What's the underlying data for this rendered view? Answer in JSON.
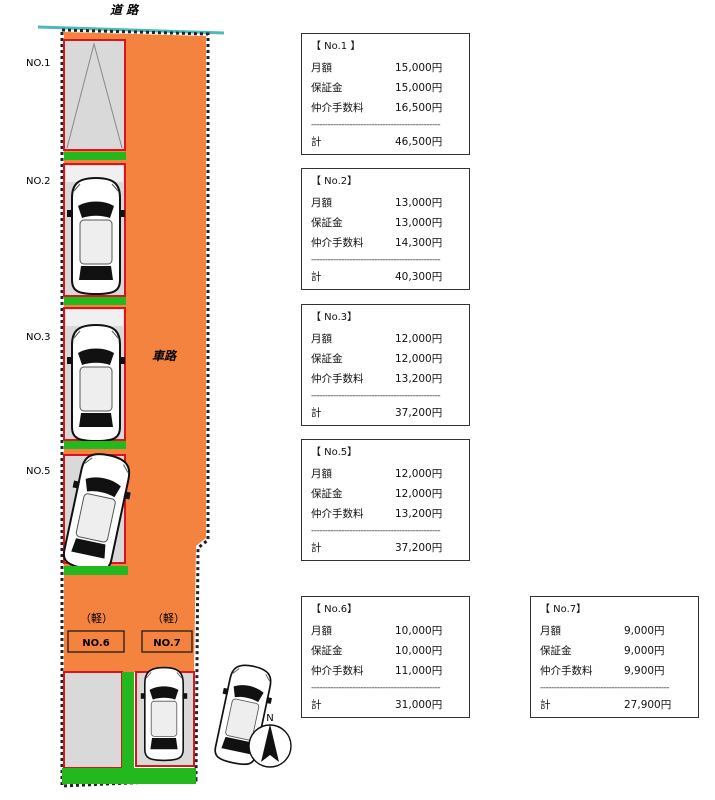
{
  "road_label": "道 路",
  "driveway_label": "車路",
  "compass_label": "N",
  "lot_labels": [
    "NO.1",
    "NO.2",
    "NO.3",
    "NO.5"
  ],
  "kei_labels": [
    "（軽）",
    "（軽）"
  ],
  "kei_tags": [
    "NO.6",
    "NO.7"
  ],
  "separator": "-----------------------------------------------",
  "cards": [
    {
      "title": "【 No.1 】",
      "rows": [
        {
          "label": "月額",
          "value": "15,000円"
        },
        {
          "label": "保証金",
          "value": "15,000円"
        },
        {
          "label": "仲介手数料",
          "value": "16,500円"
        }
      ],
      "total_label": "計",
      "total": "46,500円"
    },
    {
      "title": "【 No.2】",
      "rows": [
        {
          "label": "月額",
          "value": "13,000円"
        },
        {
          "label": "保証金",
          "value": "13,000円"
        },
        {
          "label": "仲介手数料",
          "value": "14,300円"
        }
      ],
      "total_label": "計",
      "total": "40,300円"
    },
    {
      "title": "【 No.3】",
      "rows": [
        {
          "label": "月額",
          "value": "12,000円"
        },
        {
          "label": "保証金",
          "value": "12,000円"
        },
        {
          "label": "仲介手数料",
          "value": "13,200円"
        }
      ],
      "total_label": "計",
      "total": "37,200円"
    },
    {
      "title": "【 No.5】",
      "rows": [
        {
          "label": "月額",
          "value": "12,000円"
        },
        {
          "label": "保証金",
          "value": "12,000円"
        },
        {
          "label": "仲介手数料",
          "value": "13,200円"
        }
      ],
      "total_label": "計",
      "total": "37,200円"
    },
    {
      "title": "【 No.6】",
      "rows": [
        {
          "label": "月額",
          "value": "10,000円"
        },
        {
          "label": "保証金",
          "value": "10,000円"
        },
        {
          "label": "仲介手数料",
          "value": "11,000円"
        }
      ],
      "total_label": "計",
      "total": "31,000円"
    },
    {
      "title": "【 No.7】",
      "rows": [
        {
          "label": "月額",
          "value": "9,000円"
        },
        {
          "label": "保証金",
          "value": "9,000円"
        },
        {
          "label": "仲介手数料",
          "value": "9,900円"
        }
      ],
      "total_label": "計",
      "total": "27,900円"
    }
  ],
  "colors": {
    "driveway": "#F58340",
    "green_strip": "#22B81E",
    "stall_border": "#D9141C",
    "stall_fill": "#D9D9D9",
    "road_line": "#4FB8B8"
  }
}
